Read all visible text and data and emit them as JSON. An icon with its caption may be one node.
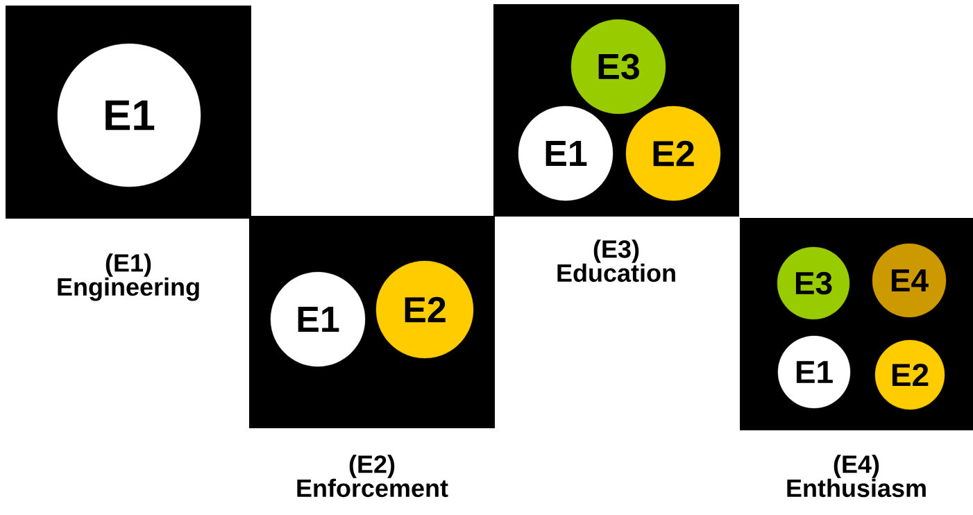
{
  "diagram": {
    "nodes": [
      {
        "text": [],
        "shape": "box",
        "beside": [
          "(E1) Engineering"
        ]
      },
      {
        "text": [
          "E1"
        ],
        "in": 0
      },
      {
        "text": [],
        "shape": "box",
        "beside": [
          "(E2) Enforcement"
        ]
      },
      {
        "text": [
          "E1"
        ],
        "in": 2
      },
      {
        "text": [
          "E2"
        ],
        "in": 2
      },
      {
        "text": [],
        "shape": "box",
        "beside": [
          "(E3) Education"
        ]
      },
      {
        "text": [
          "E3"
        ],
        "in": 5
      },
      {
        "text": [
          "E1"
        ],
        "in": 5
      },
      {
        "text": [
          "E2"
        ],
        "in": 5
      },
      {
        "text": [],
        "shape": "box",
        "beside": [
          "(E4) Enthusiasm"
        ]
      },
      {
        "text": [
          "E3"
        ],
        "in": 9
      },
      {
        "text": [
          "E4"
        ],
        "in": 9
      },
      {
        "text": [
          "E1"
        ],
        "in": 9
      },
      {
        "text": [
          "E2"
        ],
        "in": 9
      }
    ]
  }
}
